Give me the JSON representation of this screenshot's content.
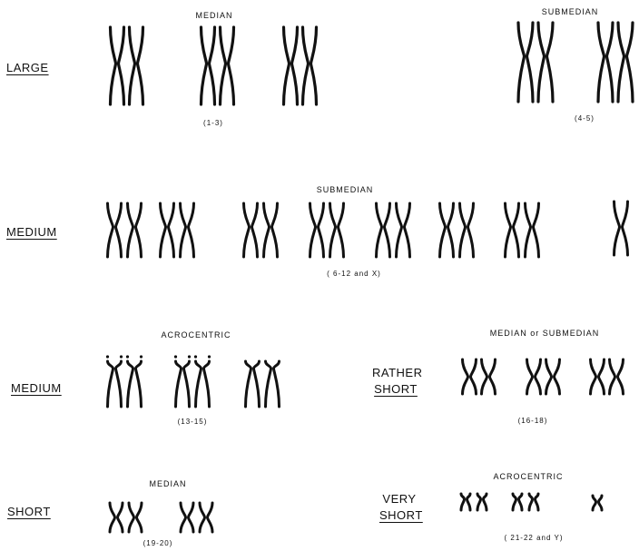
{
  "rows": {
    "large": {
      "label": "LARGE"
    },
    "medium_a": {
      "label": "MEDIUM"
    },
    "medium_b": {
      "label": "MEDIUM"
    },
    "rather_short": {
      "label_line1": "RATHER",
      "label_line2": "SHORT"
    },
    "short": {
      "label": "SHORT"
    },
    "very_short": {
      "label_line1": "VERY",
      "label_line2": "SHORT"
    }
  },
  "groups": [
    {
      "id": "g1",
      "heading": "MEDIAN",
      "range": "(1-3)",
      "pairs": 3
    },
    {
      "id": "g2",
      "heading": "SUBMEDIAN",
      "range": "(4-5)",
      "pairs": 2
    },
    {
      "id": "g3",
      "heading": "SUBMEDIAN",
      "range": "( 6-12 and X)",
      "pairs": 7,
      "singles": 1
    },
    {
      "id": "g4",
      "heading": "ACROCENTRIC",
      "range": "(13-15)",
      "pairs": 3
    },
    {
      "id": "g5",
      "heading": "MEDIAN or SUBMEDIAN",
      "range": "(16-18)",
      "pairs": 3
    },
    {
      "id": "g6",
      "heading": "MEDIAN",
      "range": "(19-20)",
      "pairs": 2
    },
    {
      "id": "g7",
      "heading": "ACROCENTRIC",
      "range": "( 21-22 and Y)",
      "pairs": 2,
      "singles": 1
    }
  ]
}
